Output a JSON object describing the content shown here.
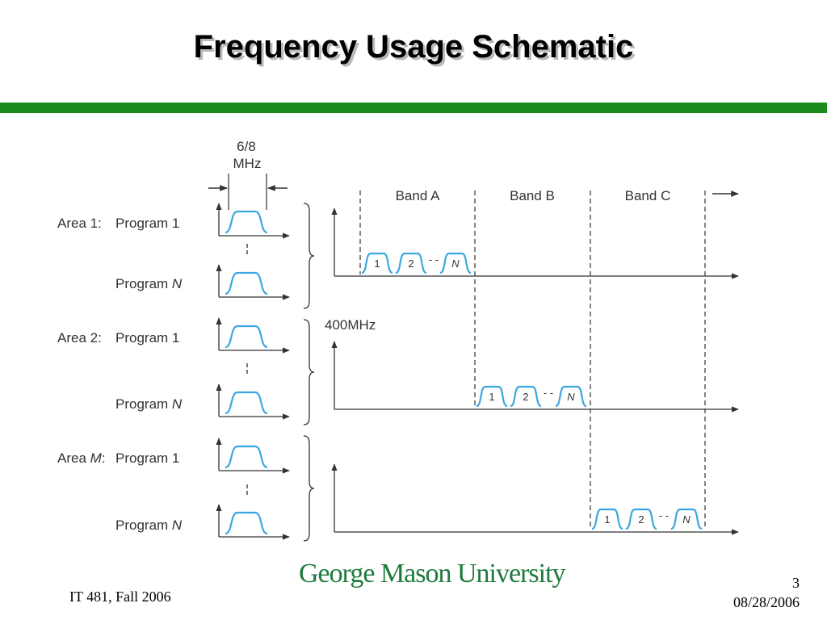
{
  "slide": {
    "title": "Frequency Usage Schematic",
    "footer_left": "IT 481, Fall 2006",
    "page_number": "3",
    "date": "08/28/2006",
    "logo_text": "George Mason University"
  },
  "diagram": {
    "channel_width": "6/8",
    "channel_unit": "MHz",
    "bands": [
      "Band A",
      "Band B",
      "Band C"
    ],
    "frequency_label": "400MHz",
    "areas": [
      {
        "area_label": "Area 1:",
        "program_first": "Program 1",
        "program_last_prefix": "Program",
        "program_last_var": "N"
      },
      {
        "area_label": "Area 2:",
        "program_first": "Program 1",
        "program_last_prefix": "Program",
        "program_last_var": "N"
      },
      {
        "area_label_prefix": "Area",
        "area_label_var": "M",
        "area_label_suffix": ":",
        "program_first": "Program 1",
        "program_last_prefix": "Program",
        "program_last_var": "N"
      }
    ],
    "channel_labels": [
      "1",
      "2",
      "N"
    ],
    "channel_separator": "- -",
    "colors": {
      "pulse": "#3ba7e0",
      "line": "#333333",
      "rule": "#1a8a1a"
    }
  }
}
